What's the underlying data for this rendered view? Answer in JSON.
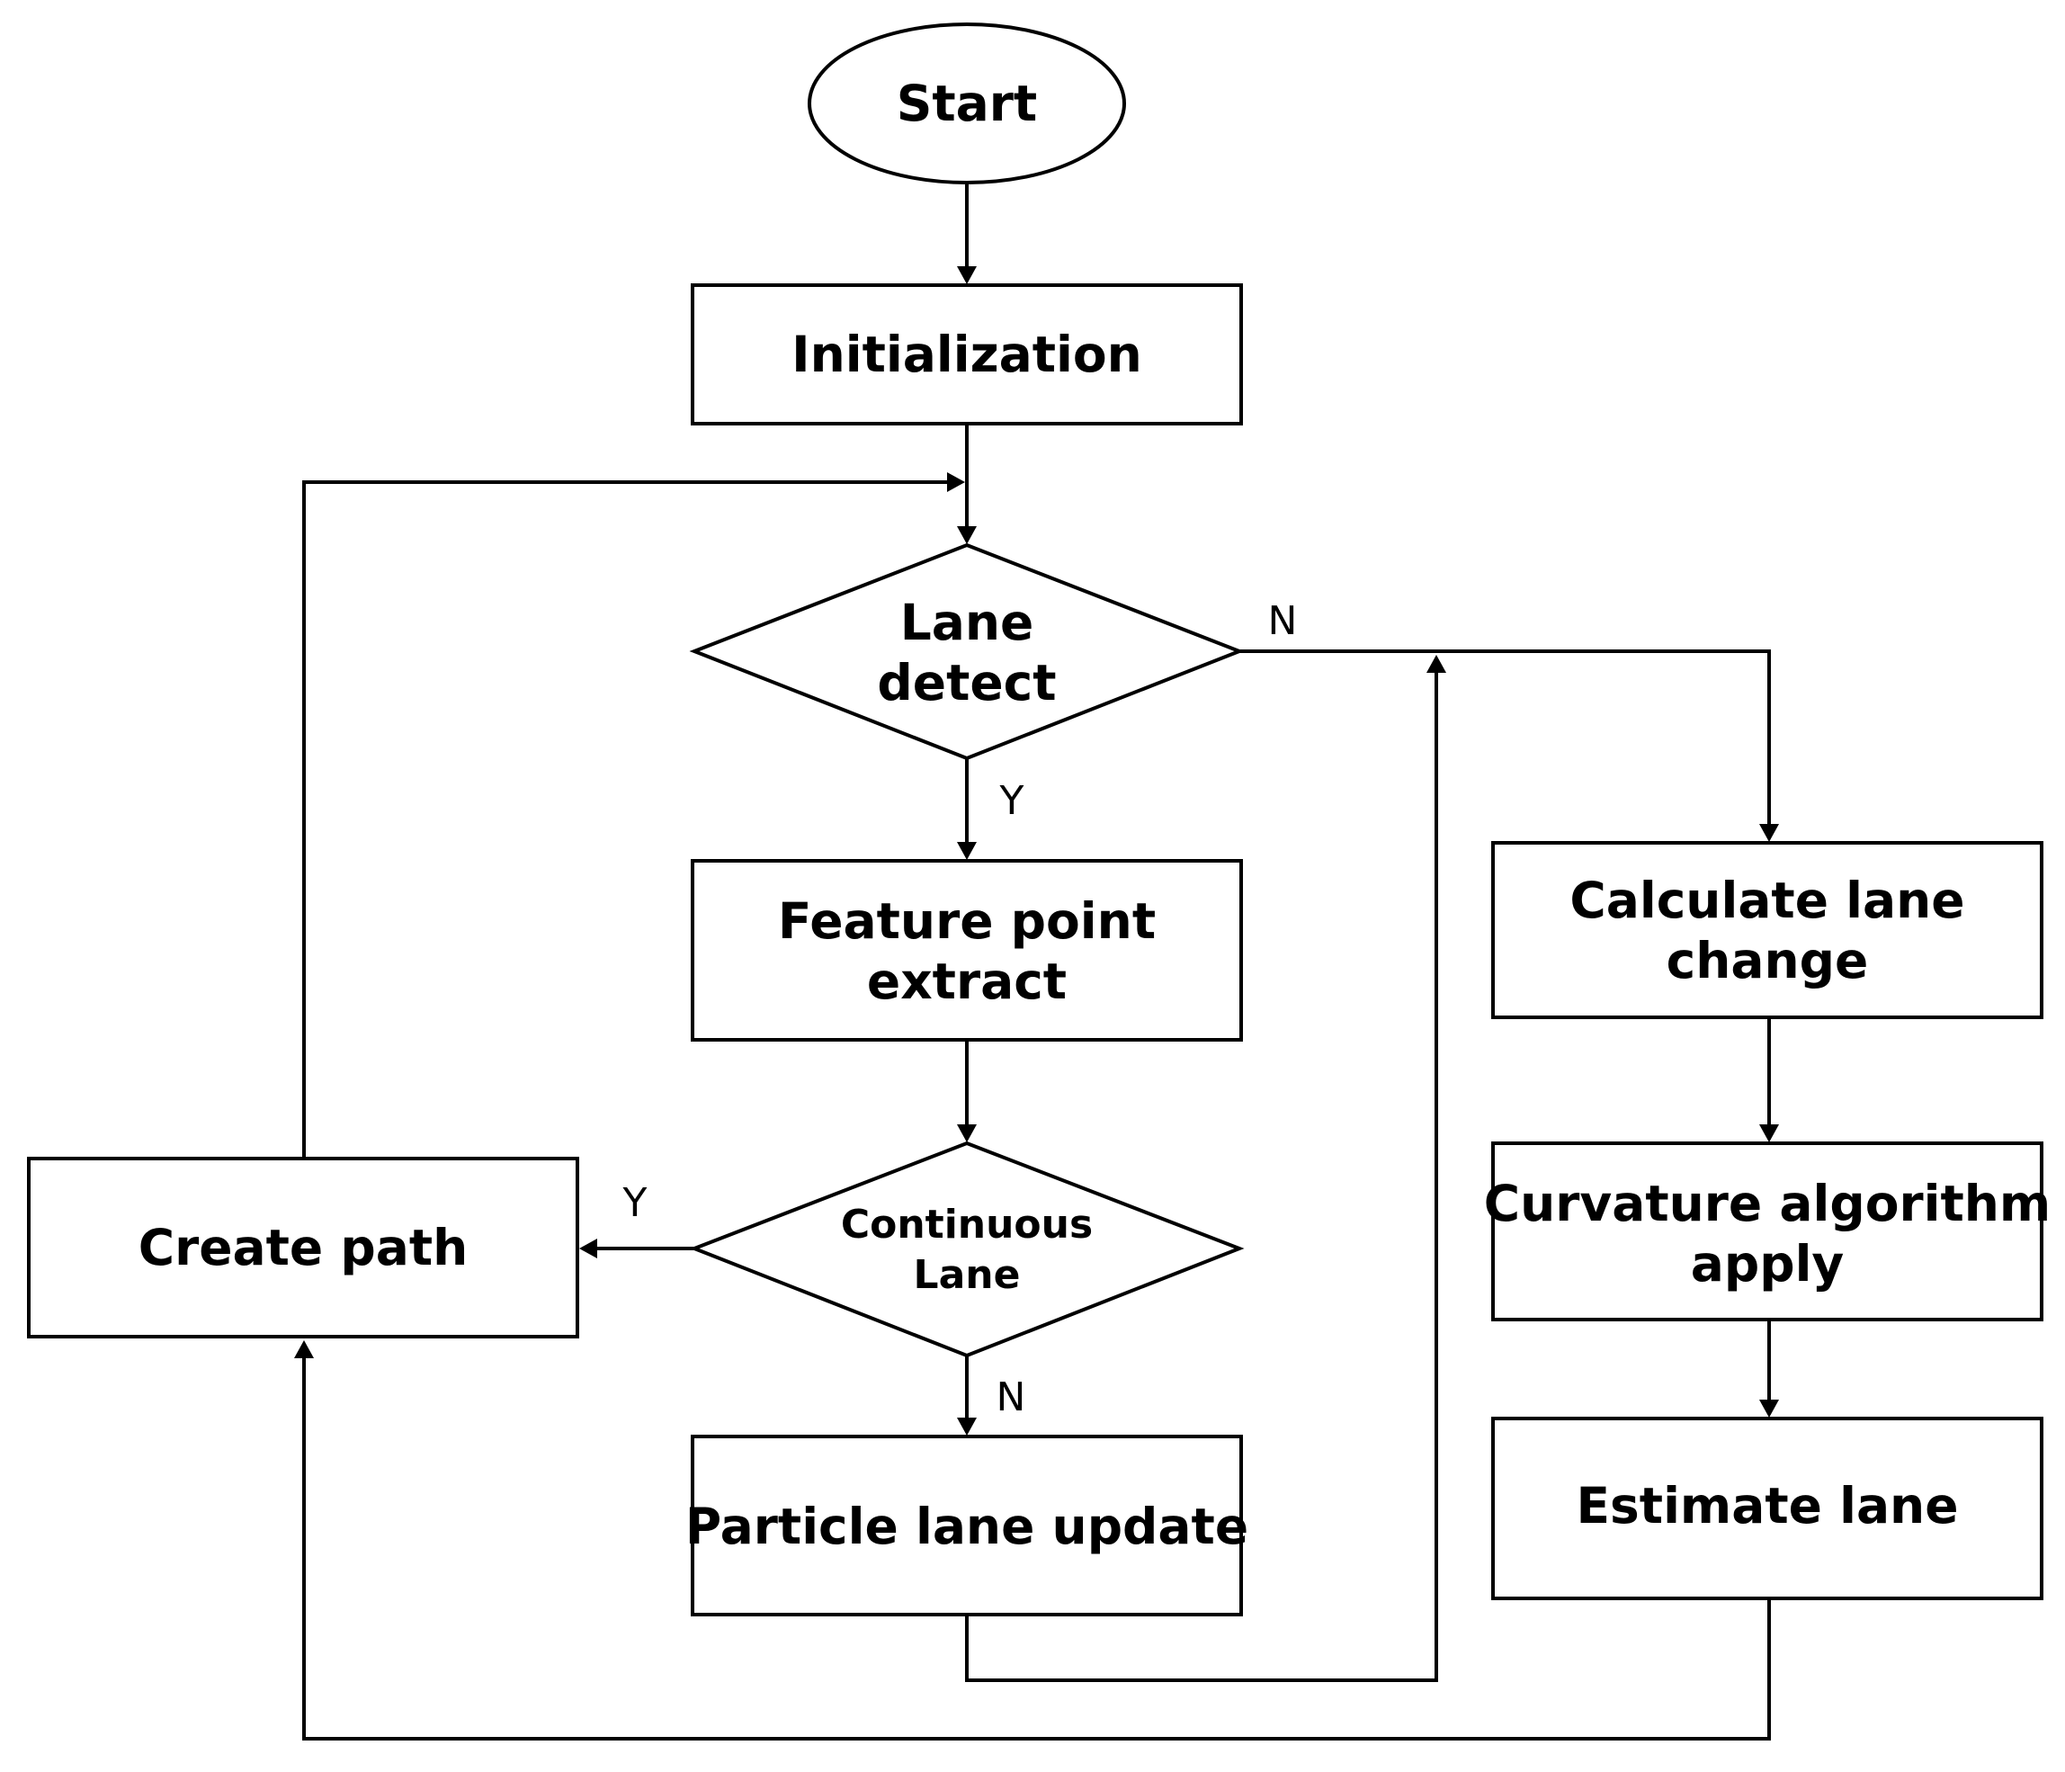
{
  "diagram": {
    "nodes": {
      "start": "Start",
      "init": "Initialization",
      "lane_detect": [
        "Lane",
        "detect"
      ],
      "feature": [
        "Feature point",
        "extract"
      ],
      "continuous": [
        "Continuous",
        "Lane"
      ],
      "particle": "Particle lane update",
      "create_path": "Create path",
      "calc": [
        "Calculate lane",
        "change"
      ],
      "curvature": [
        "Curvature algorithm",
        "apply"
      ],
      "estimate": "Estimate lane"
    },
    "branches": {
      "lane_detect_no": "N",
      "lane_detect_yes": "Y",
      "continuous_yes": "Y",
      "continuous_no": "N"
    }
  }
}
